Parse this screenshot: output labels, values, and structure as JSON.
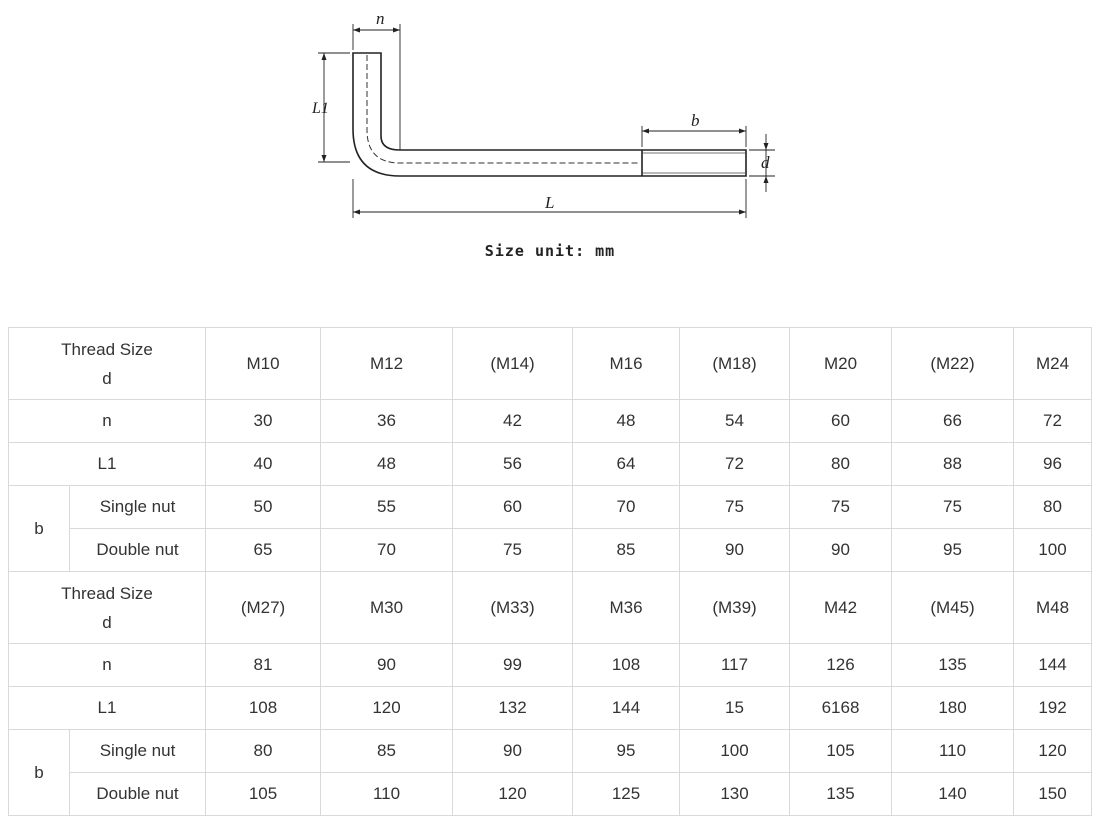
{
  "drawing": {
    "labels": {
      "n": "n",
      "l1": "L1",
      "b": "b",
      "d": "d",
      "l": "L"
    }
  },
  "unit_note": "Size unit: mm",
  "table": {
    "blocks": [
      {
        "header": {
          "line1": "Thread Size",
          "line2": "d",
          "sizes": [
            "M10",
            "M12",
            "(M14)",
            "M16",
            "(M18)",
            "M20",
            "(M22)",
            "M24"
          ]
        },
        "n": {
          "label": "n",
          "values": [
            "30",
            "36",
            "42",
            "48",
            "54",
            "60",
            "66",
            "72"
          ]
        },
        "l1": {
          "label": "L1",
          "values": [
            "40",
            "48",
            "56",
            "64",
            "72",
            "80",
            "88",
            "96"
          ]
        },
        "b": {
          "label": "b",
          "single": {
            "label": "Single nut",
            "values": [
              "50",
              "55",
              "60",
              "70",
              "75",
              "75",
              "75",
              "80"
            ]
          },
          "double": {
            "label": "Double nut",
            "values": [
              "65",
              "70",
              "75",
              "85",
              "90",
              "90",
              "95",
              "100"
            ]
          }
        }
      },
      {
        "header": {
          "line1": "Thread Size",
          "line2": "d",
          "sizes": [
            "(M27)",
            "M30",
            "(M33)",
            "M36",
            "(M39)",
            "M42",
            "(M45)",
            "M48"
          ]
        },
        "n": {
          "label": "n",
          "values": [
            "81",
            "90",
            "99",
            "108",
            "117",
            "126",
            "135",
            "144"
          ]
        },
        "l1": {
          "label": "L1",
          "values": [
            "108",
            "120",
            "132",
            "144",
            "15",
            "6168",
            "180",
            "192"
          ]
        },
        "b": {
          "label": "b",
          "single": {
            "label": "Single nut",
            "values": [
              "80",
              "85",
              "90",
              "95",
              "100",
              "105",
              "110",
              "120"
            ]
          },
          "double": {
            "label": "Double nut",
            "values": [
              "105",
              "110",
              "120",
              "125",
              "130",
              "135",
              "140",
              "150"
            ]
          }
        }
      }
    ]
  }
}
